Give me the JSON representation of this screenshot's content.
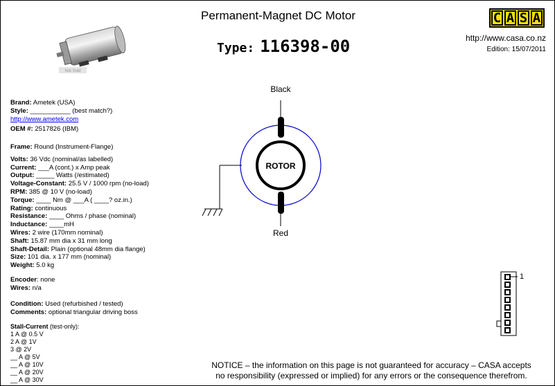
{
  "header": {
    "title": "Permanent-Magnet DC Motor",
    "type_label": "Type:",
    "type_value": "116398-00",
    "logo_letters": [
      "C",
      "A",
      "S",
      "A"
    ],
    "logo_color": "#f4e000",
    "url": "http://www.casa.co.nz",
    "edition": "Edition: 15/07/2011"
  },
  "photo": {
    "watermark": "Not Sold"
  },
  "specs": {
    "brand_label": "Brand:",
    "brand_value": " Ametek (USA)",
    "style_label": "Style:",
    "style_value": " ___________ (best match?)",
    "link": "http://www.ametek.com",
    "oem_label": "OEM #:",
    "oem_value": " 2517826 (IBM)",
    "frame_label": "Frame:",
    "frame_value": " Round (Instrument-Flange)",
    "volts_label": "Volts:",
    "volts_value": " 36 Vdc (nominal/as labelled)",
    "current_label": "Current:",
    "current_value": " ___A (cont.) x Amp peak",
    "output_label": "Output:",
    "output_value": " _____ Watts (/estimated)",
    "vconst_label": "Voltage-Constant:",
    "vconst_value": "  25.5 V / 1000 rpm (no-load)",
    "rpm_label": "RPM:",
    "rpm_value": " 385 @ 10 V (no-load)",
    "torque_label": "Torque:",
    "torque_value": " ____ Nm @ ___A ( ____? oz.in.)",
    "rating_label": "Rating:",
    "rating_value": " continuous",
    "resistance_label": "Resistance:",
    "resistance_value": " ____  Ohms / phase (nominal)",
    "inductance_label": "Inductance:",
    "inductance_value": " ____mH",
    "wires_label": "Wires:",
    "wires_value": " 2 wire (170mm nominal)",
    "shaft_label": "Shaft:",
    "shaft_value": " 15.87 mm dia x 31 mm long",
    "shaftdetail_label": "Shaft-Detail:",
    "shaftdetail_value": " Plain (optional 48mm dia flange)",
    "size_label": "Size:",
    "size_value": " 101 dia. x 177 mm (nominal)",
    "weight_label": "Weight:",
    "weight_value": " 5.0 kg",
    "encoder_label": "Encoder",
    "encoder_value": ":  none",
    "encwires_label": "Wires:",
    "encwires_value": " n/a",
    "condition_label": "Condition:",
    "condition_value": " Used (refurbished / tested)",
    "comments_label": "Comments:",
    "comments_value": " optional triangular driving boss",
    "stall_label": "Stall-Current",
    "stall_value": " (test-only):",
    "stall_rows": [
      "1 A @ 0.5 V",
      "2 A @ 1V",
      "3 @ 2V",
      "__ A @ 5V",
      "__ A @ 10V",
      "__ A @ 20V",
      "__ A @ 30V"
    ]
  },
  "diagram": {
    "top_wire": "Black",
    "bottom_wire": "Red",
    "rotor": "ROTOR",
    "stator_color": "#0000cc"
  },
  "connector": {
    "pin_label": "1"
  },
  "notice": {
    "line1": "NOTICE – the information on this page is not guaranteed for accuracy – CASA accepts",
    "line2": "no responsibility (expressed or implied) for any errors or the consequence therefrom."
  }
}
